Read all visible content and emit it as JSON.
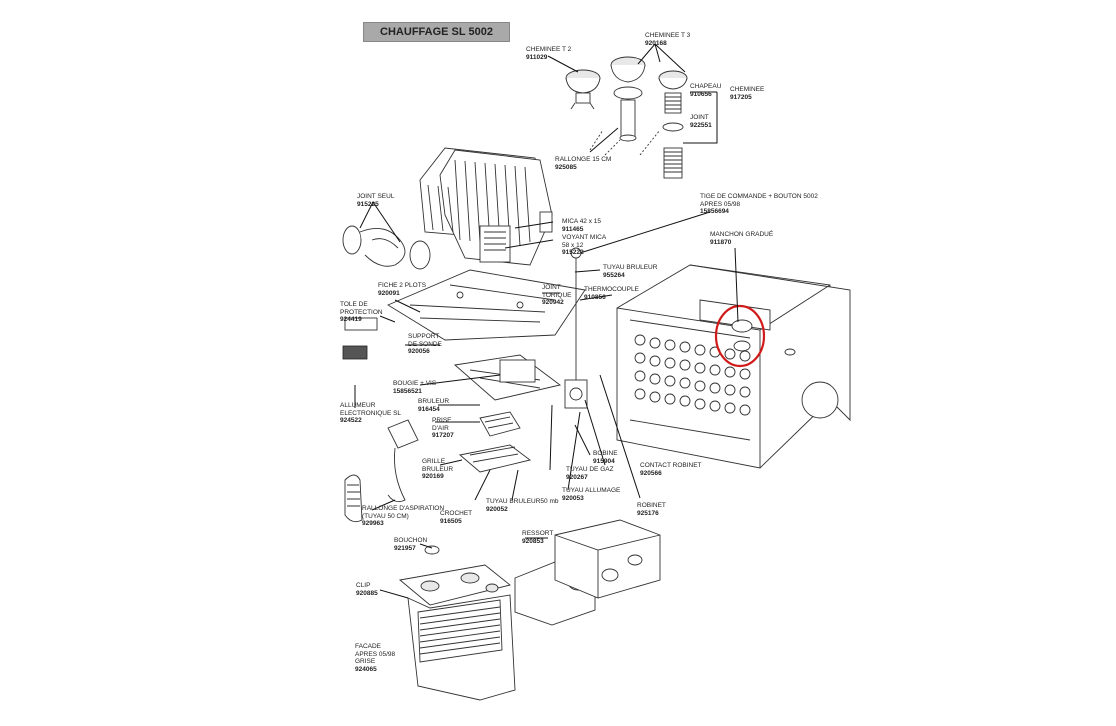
{
  "title": "CHAUFFAGE SL 5002",
  "labels": {
    "cheminee_t2": {
      "name": "CHEMINEE T 2",
      "code": "911029"
    },
    "cheminee_t3": {
      "name": "CHEMINEE T 3",
      "code": "920168"
    },
    "chapeau": {
      "name": "CHAPEAU",
      "code": "910656"
    },
    "cheminee": {
      "name": "CHEMINEE",
      "code": "917205"
    },
    "joint": {
      "name": "JOINT",
      "code": "922551"
    },
    "rallonge": {
      "name": "RALLONGE 15 CM",
      "code": "925085"
    },
    "joint_seul": {
      "name": "JOINT SEUL",
      "code": "915225"
    },
    "mica": {
      "name": "MICA 42 x 15",
      "code": "911465"
    },
    "voyant_mica": {
      "name": "VOYANT MICA\n58 x 12",
      "code": "915222"
    },
    "tige": {
      "name": "TIGE DE COMMANDE + BOUTON 5002\nAPRES 05/98",
      "code": "15856694"
    },
    "manchon": {
      "name": "MANCHON GRADUÉ",
      "code": "911870"
    },
    "tuyau_bruleur": {
      "name": "TUYAU BRULEUR",
      "code": "955264"
    },
    "joint_torique": {
      "name": "JOINT\nTORIQUE",
      "code": "920942"
    },
    "thermocouple": {
      "name": "THERMOCOUPLE",
      "code": "910856"
    },
    "fiche": {
      "name": "FICHE 2 PLOTS",
      "code": "920091"
    },
    "tole": {
      "name": "TOLE DE\nPROTECTION",
      "code": "924419"
    },
    "support_sonde": {
      "name": "SUPPORT\nDE SONDE",
      "code": "920056"
    },
    "bougie": {
      "name": "BOUGIE + VIS",
      "code": "15856521"
    },
    "bruleur": {
      "name": "BRULEUR",
      "code": "916454"
    },
    "allumeur": {
      "name": "ALLUMEUR\nELECTRONIQUE SL",
      "code": "924522"
    },
    "prise_air": {
      "name": "PRISE\nD'AIR",
      "code": "917207"
    },
    "grille": {
      "name": "GRILLE\nBRULEUR",
      "code": "920169"
    },
    "bobine": {
      "name": "BOBINE",
      "code": "915904"
    },
    "tuyau_gaz": {
      "name": "TUYAU DE GAZ",
      "code": "920267"
    },
    "contact": {
      "name": "CONTACT ROBINET",
      "code": "920566"
    },
    "tuyau_allumage": {
      "name": "TUYAU ALLUMAGE",
      "code": "920053"
    },
    "robinet": {
      "name": "ROBINET",
      "code": "925176"
    },
    "rallonge_aspi": {
      "name": "RALLONGE D'ASPIRATION\n(TUYAU 50 CM)",
      "code": "929963"
    },
    "crochet": {
      "name": "CROCHET",
      "code": "916505"
    },
    "tuyau_bruleur_50": {
      "name": "TUYAU BRULEUR50 mb",
      "code": "920052"
    },
    "bouchon": {
      "name": "BOUCHON",
      "code": "921957"
    },
    "ressort": {
      "name": "RESSORT",
      "code": "920853"
    },
    "clip": {
      "name": "CLIP",
      "code": "920885"
    },
    "facade": {
      "name": "FACADE\nAPRES 05/98\nGRISE",
      "code": "924065"
    }
  },
  "colors": {
    "highlight": "#d11a1a",
    "title_bg": "#a9a9a9",
    "line": "#333333"
  }
}
